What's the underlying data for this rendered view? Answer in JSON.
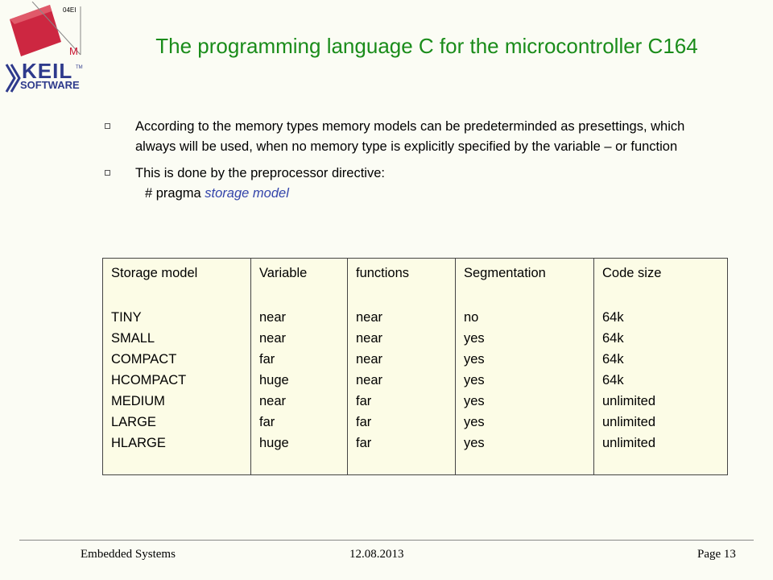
{
  "logo": {
    "tag": "04EI",
    "letter": "M",
    "brand": "KEIL",
    "tm": "TM",
    "sub": "SOFTWARE"
  },
  "title": "The programming language C for the microcontroller C164",
  "bullets": [
    {
      "text": "According to the memory types memory models can be predeterminded as presettings, which always will be used, when no memory type is explicitly specified by the variable – or function"
    },
    {
      "text": "This is done by the preprocessor directive:",
      "code_prefix": "# pragma ",
      "code_em": "storage model"
    }
  ],
  "table": {
    "columns": [
      {
        "header": "Storage model",
        "cells": [
          "TINY",
          "SMALL",
          "COMPACT",
          "HCOMPACT",
          "MEDIUM",
          "LARGE",
          "HLARGE"
        ]
      },
      {
        "header": "Variable",
        "cells": [
          "near",
          "near",
          "far",
          "huge",
          "near",
          "far",
          "huge"
        ]
      },
      {
        "header": "functions",
        "cells": [
          "near",
          "near",
          "near",
          "near",
          "far",
          "far",
          "far"
        ]
      },
      {
        "header": "Segmentation",
        "cells": [
          "no",
          "yes",
          "yes",
          "yes",
          "yes",
          "yes",
          "yes"
        ]
      },
      {
        "header": "Code size",
        "cells": [
          "64k",
          "64k",
          "64k",
          "64k",
          "unlimited",
          "unlimited",
          "unlimited"
        ]
      }
    ]
  },
  "footer": {
    "left": "Embedded Systems",
    "center": "12.08.2013",
    "right": "Page 13"
  },
  "colors": {
    "title": "#1a8c1a",
    "emphasis": "#3344aa",
    "logo_red": "#c8102e",
    "logo_blue": "#2e3a8c"
  }
}
